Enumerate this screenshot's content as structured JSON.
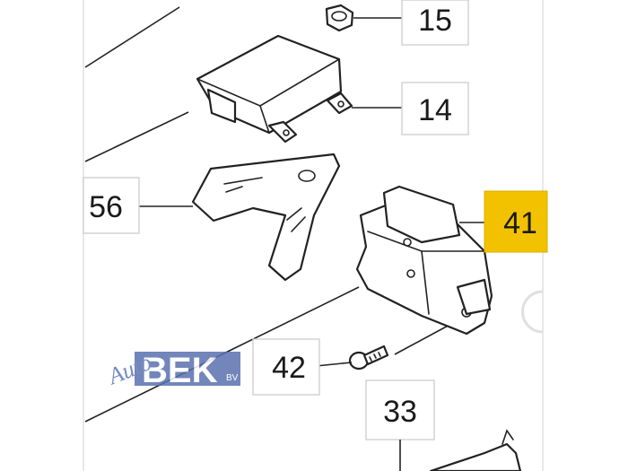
{
  "parts": {
    "p15": {
      "number": "15"
    },
    "p14": {
      "number": "14"
    },
    "p56": {
      "number": "56"
    },
    "p41": {
      "number": "41"
    },
    "p42": {
      "number": "42"
    },
    "p33": {
      "number": "33"
    }
  },
  "watermark": {
    "script_text": "Auto",
    "brand_text": "BEK",
    "suffix_text": "BV"
  },
  "colors": {
    "highlight_box": "#f2c200",
    "watermark_box": "#5a72b0",
    "line": "#222222"
  }
}
